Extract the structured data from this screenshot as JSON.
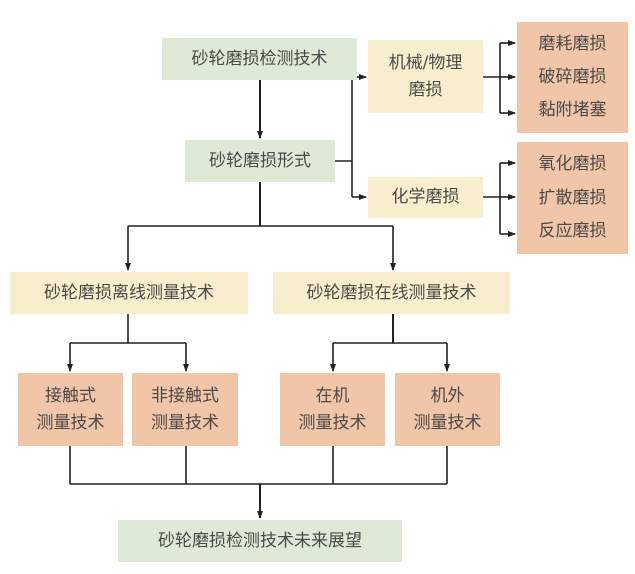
{
  "diagram": {
    "root": "砂轮磨损检测技术",
    "wear_forms": "砂轮磨损形式",
    "mechanical": {
      "line1": "机械/物理",
      "line2": "磨损",
      "children": [
        "磨耗磨损",
        "破碎磨损",
        "黏附堵塞"
      ]
    },
    "chemical": {
      "label": "化学磨损",
      "children": [
        "氧化磨损",
        "扩散磨损",
        "反应磨损"
      ]
    },
    "offline": {
      "label": "砂轮磨损离线测量技术",
      "children": [
        {
          "line1": "接触式",
          "line2": "测量技术"
        },
        {
          "line1": "非接触式",
          "line2": "测量技术"
        }
      ]
    },
    "online": {
      "label": "砂轮磨损在线测量技术",
      "children": [
        {
          "line1": "在机",
          "line2": "测量技术"
        },
        {
          "line1": "机外",
          "line2": "测量技术"
        }
      ]
    },
    "future": "砂轮磨损检测技术未来展望"
  },
  "colors": {
    "green": "#dfead6",
    "yellow": "#f8edcc",
    "orange": "#f1c5a8",
    "line": "#222222",
    "text": "#4a4a48"
  }
}
